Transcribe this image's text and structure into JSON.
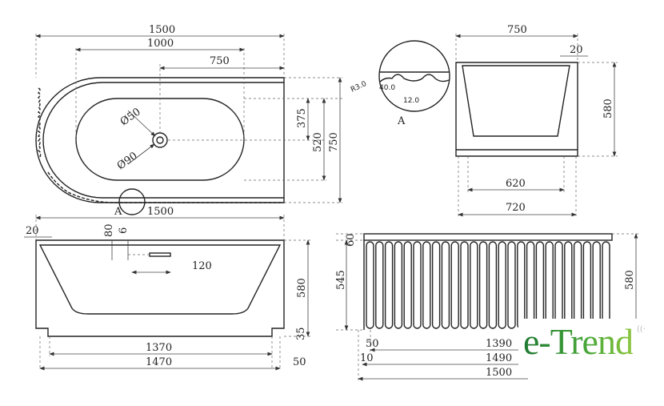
{
  "top_view": {
    "width_total": "1500",
    "inner_length": "1000",
    "drain_offset": "750",
    "drain_y": "375",
    "inner_width": "520",
    "total_depth": "750",
    "hole_small": "Ø50",
    "hole_large": "Ø90",
    "detail_marker": "A"
  },
  "detail": {
    "radius": "R3.0",
    "pitch": "40.0",
    "flute": "12.0",
    "label": "A"
  },
  "end_view": {
    "top_width": "750",
    "rim": "20",
    "height": "580",
    "bottom_inner": "620",
    "bottom_outer": "720"
  },
  "front_view": {
    "length": "1500",
    "rim": "20",
    "overflow_h": "80",
    "overflow_t": "6",
    "overflow_w": "120",
    "height": "580",
    "base_h": "35",
    "base_inner": "1370",
    "base_outer": "1470",
    "base_offset": "50"
  },
  "side_view": {
    "top_band": "60",
    "panel_h": "545",
    "height": "580",
    "off1": "50",
    "len1": "1390",
    "off2": "10",
    "len2": "1490",
    "len3": "1500"
  },
  "logo": {
    "text": "e-Trend",
    "color": "#3a9a3a"
  }
}
